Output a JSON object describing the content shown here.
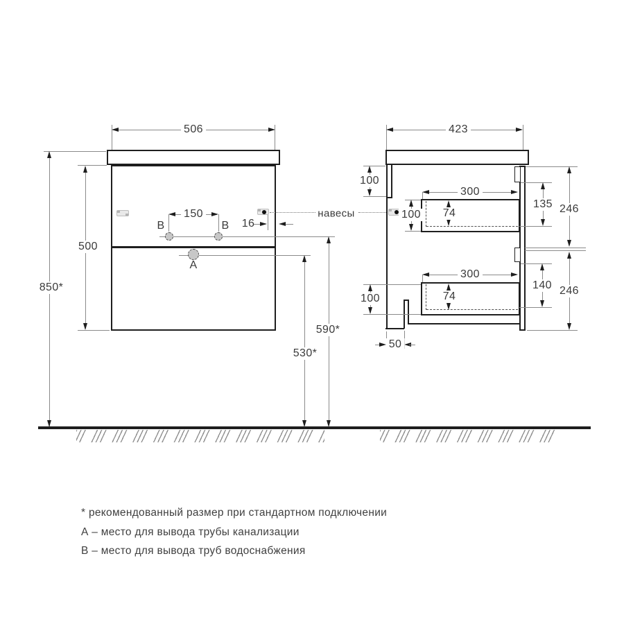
{
  "front": {
    "width": "506",
    "body_height": "500",
    "mount_height": "850*",
    "holes_span": "150",
    "hinge_inset": "16",
    "label_b_left": "B",
    "label_b_right": "B",
    "label_a": "A",
    "b_line_height": "590*",
    "a_line_height": "530*"
  },
  "side": {
    "depth": "423",
    "back_top_offset": "100",
    "hinge_drop": "100",
    "drawer_top_length": "300",
    "drawer_top_inner": "74",
    "front_top_inner": "135",
    "front_top_height": "246",
    "drawer_bottom_length": "300",
    "drawer_bottom_inner": "74",
    "front_bottom_inner": "140",
    "front_bottom_height": "246",
    "back_bottom_offset": "100",
    "leg_inset": "50"
  },
  "callout_hinges": "навесы",
  "notes": {
    "asterisk": "* рекомендованный размер при стандартном подключении",
    "a": "А – место для вывода трубы канализации",
    "b": "В – место для вывода труб водоснабжения"
  },
  "colors": {
    "line": "#1e1e1e",
    "dim_line": "#8a8a8a",
    "text": "#3a3a3a",
    "hole_fill": "#c7c7c7"
  }
}
